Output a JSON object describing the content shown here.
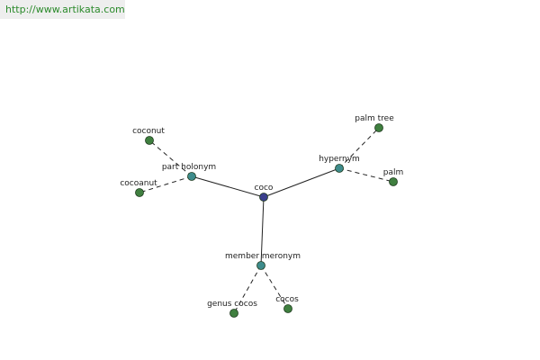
{
  "source": {
    "url_text": "http://www.artikata.com"
  },
  "colors": {
    "center_node": "#3a3f8c",
    "relation_node": "#3e8c8c",
    "leaf_node": "#3f7f3f",
    "node_stroke": "#1e3b1e",
    "edge": "#222222"
  },
  "graph": {
    "center": {
      "id": "coco",
      "label": "coco"
    },
    "relations": [
      {
        "id": "part-holonym",
        "label": "part holonym",
        "leaves": [
          {
            "id": "coconut",
            "label": "coconut"
          },
          {
            "id": "cocoanut",
            "label": "cocoanut"
          }
        ]
      },
      {
        "id": "hypernym",
        "label": "hypernym",
        "leaves": [
          {
            "id": "palm-tree",
            "label": "palm tree"
          },
          {
            "id": "palm",
            "label": "palm"
          }
        ]
      },
      {
        "id": "member-meronym",
        "label": "member meronym",
        "leaves": [
          {
            "id": "genus-cocos",
            "label": "genus cocos"
          },
          {
            "id": "cocos",
            "label": "cocos"
          }
        ]
      }
    ]
  }
}
